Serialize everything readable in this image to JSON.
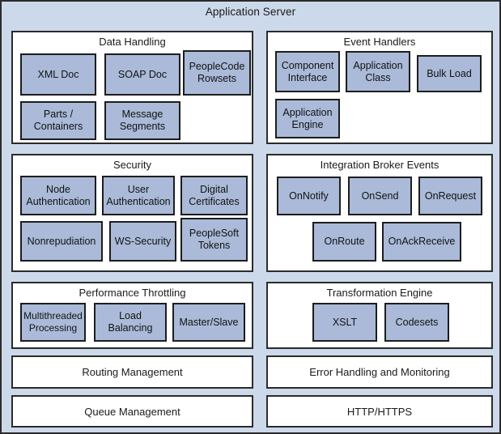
{
  "diagram": {
    "title": "Application Server",
    "colors": {
      "background": "#ccd9ea",
      "panel_fill": "#ffffff",
      "node_fill": "#aabad8",
      "border": "#2b2b2b"
    }
  },
  "panels": {
    "data_handling": {
      "title": "Data Handling",
      "nodes": [
        {
          "label": "XML Doc"
        },
        {
          "label": "SOAP Doc"
        },
        {
          "label": "PeopleCode\nRowsets"
        },
        {
          "label": "Parts /\nContainers"
        },
        {
          "label": "Message\nSegments"
        }
      ]
    },
    "event_handlers": {
      "title": "Event Handlers",
      "nodes": [
        {
          "label": "Component\nInterface"
        },
        {
          "label": "Application\nClass"
        },
        {
          "label": "Bulk Load"
        },
        {
          "label": "Application\nEngine"
        }
      ]
    },
    "security": {
      "title": "Security",
      "nodes": [
        {
          "label": "Node\nAuthentication"
        },
        {
          "label": "User\nAuthentication"
        },
        {
          "label": "Digital\nCertificates"
        },
        {
          "label": "Nonrepudiation"
        },
        {
          "label": "WS-Security"
        },
        {
          "label": "PeopleSoft\nTokens"
        }
      ]
    },
    "integration_broker_events": {
      "title": "Integration Broker Events",
      "nodes": [
        {
          "label": "OnNotify"
        },
        {
          "label": "OnSend"
        },
        {
          "label": "OnRequest"
        },
        {
          "label": "OnRoute"
        },
        {
          "label": "OnAckReceive"
        }
      ]
    },
    "performance_throttling": {
      "title": "Performance Throttling",
      "nodes": [
        {
          "label": "Multithreaded\nProcessing"
        },
        {
          "label": "Load\nBalancing"
        },
        {
          "label": "Master/Slave"
        }
      ]
    },
    "transformation_engine": {
      "title": "Transformation Engine",
      "nodes": [
        {
          "label": "XSLT"
        },
        {
          "label": "Codesets"
        }
      ]
    },
    "routing_management": {
      "title": "Routing Management"
    },
    "error_handling": {
      "title": "Error Handling and Monitoring"
    },
    "queue_management": {
      "title": "Queue Management"
    },
    "http_https": {
      "title": "HTTP/HTTPS"
    }
  }
}
